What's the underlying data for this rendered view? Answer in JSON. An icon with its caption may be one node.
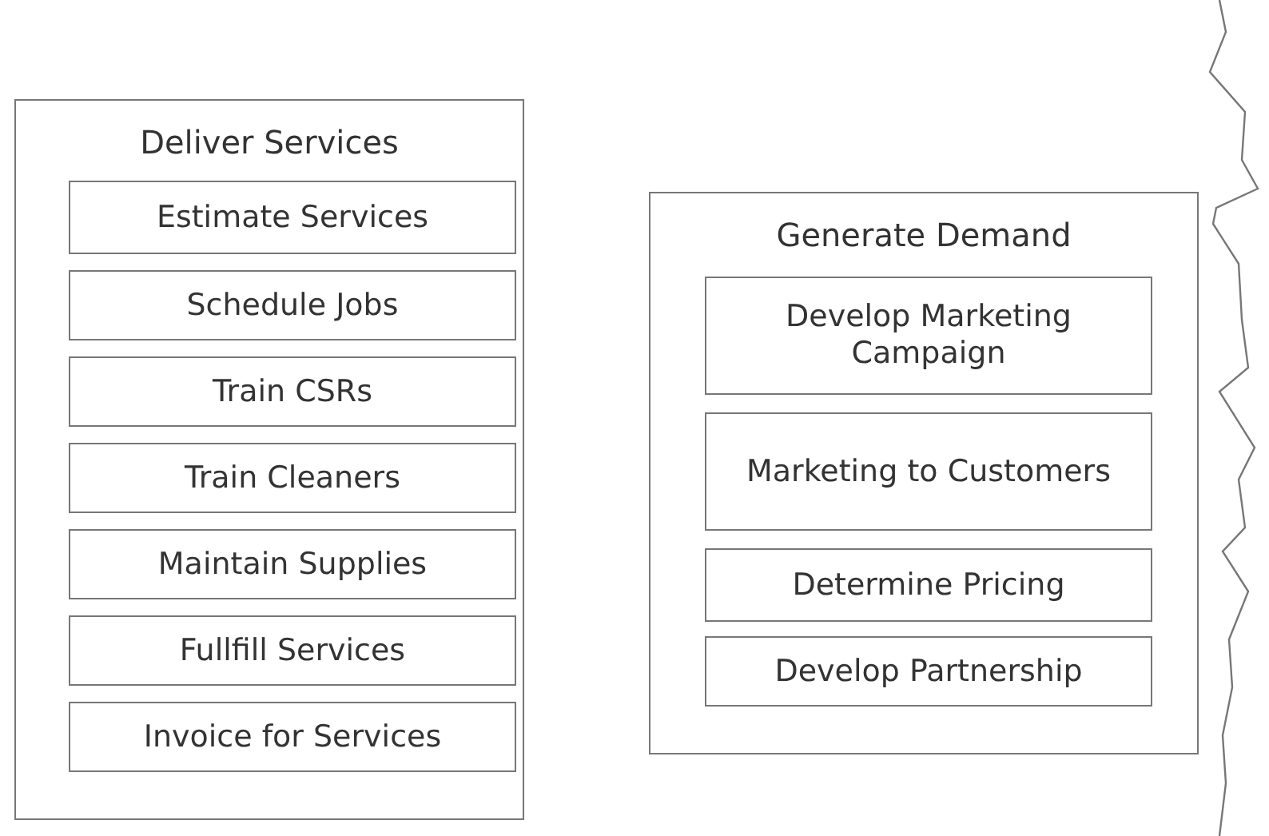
{
  "diagram": {
    "nodes": [
      {
        "text": [
          "Deliver Services"
        ]
      },
      {
        "text": [
          "Estimate Services"
        ],
        "in": 0
      },
      {
        "text": [
          "Schedule Jobs"
        ],
        "in": 0
      },
      {
        "text": [
          "Train CSRs"
        ],
        "in": 0
      },
      {
        "text": [
          "Train Cleaners"
        ],
        "in": 0
      },
      {
        "text": [
          "Maintain Supplies"
        ],
        "in": 0
      },
      {
        "text": [
          "Fullfill Services"
        ],
        "in": 0
      },
      {
        "text": [
          "Invoice for Services"
        ],
        "in": 0
      },
      {
        "text": [
          "Generate Demand"
        ]
      },
      {
        "text": [
          "Develop Marketing Campaign"
        ],
        "in": 8
      },
      {
        "text": [
          "Marketing to Customers"
        ],
        "in": 8
      },
      {
        "text": [
          "Determine Pricing"
        ],
        "in": 8
      },
      {
        "text": [
          "Develop Partnership"
        ],
        "in": 8
      }
    ]
  }
}
